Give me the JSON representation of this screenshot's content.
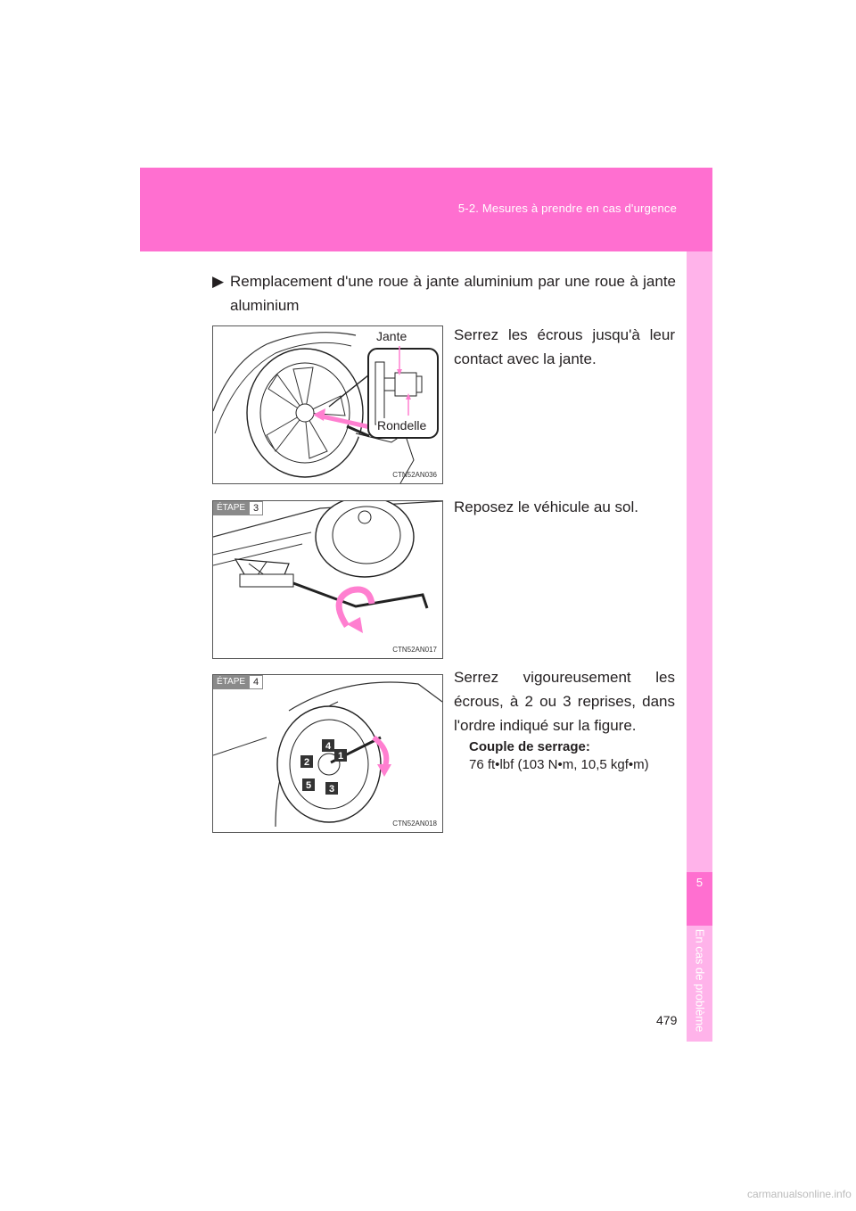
{
  "header": {
    "section_title": "5-2. Mesures à prendre en cas d'urgence"
  },
  "side_tab": {
    "number": "5",
    "label": "En cas de problème"
  },
  "intro": {
    "arrow": "▶",
    "text": "Remplacement d'une roue à jante aluminium par une roue à jante aluminium"
  },
  "figures": [
    {
      "code": "CTN52AN036",
      "labels": {
        "rim": "Jante",
        "washer": "Rondelle"
      }
    },
    {
      "code": "CTN52AN017",
      "step_tag": "ÉTAPE",
      "step_number": "3"
    },
    {
      "code": "CTN52AN018",
      "step_tag": "ÉTAPE",
      "step_number": "4",
      "nut_order": [
        "1",
        "2",
        "3",
        "4",
        "5"
      ]
    }
  ],
  "paragraphs": {
    "p1": "Serrez les écrous jusqu'à leur contact avec la jante.",
    "p2": "Reposez le véhicule au sol.",
    "p3": "Serrez vigoureusement les écrous, à 2 ou 3 reprises, dans l'ordre indiqué sur la figure."
  },
  "torque": {
    "title": "Couple de serrage:",
    "value": "76 ft•lbf (103 N•m, 10,5 kgf•m)"
  },
  "page_number": "479",
  "watermark": "carmanualsonline.info",
  "colors": {
    "header_pink": "#ff6fd0",
    "side_pink": "#ffb3ea",
    "arrow_pink": "#ff7fd0"
  }
}
